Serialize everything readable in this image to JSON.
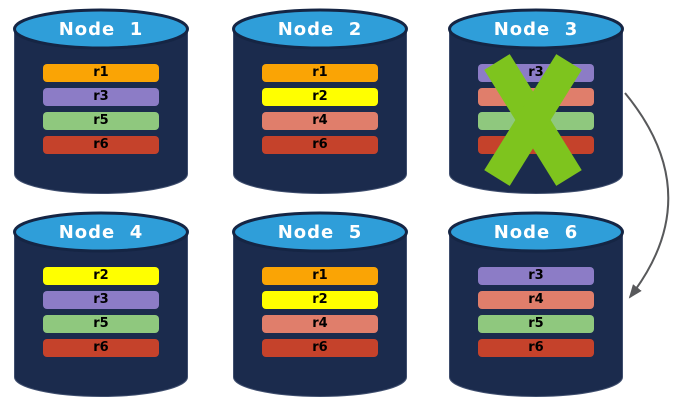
{
  "theme": {
    "background": "#FFFFFF",
    "cylinderBody": "#1B2B4D",
    "cylinderOutline": "#3F4E6E",
    "cylinderTop": "#2F9ED9",
    "cylinderTopStroke": "#152544",
    "titleColor": "#FFFFFF",
    "recordText": "#000000",
    "failureX": "#7EC41E",
    "arrow": "#58595B"
  },
  "nodes": [
    {
      "title": "Node  1",
      "failed": false,
      "records": [
        {
          "label": "r1",
          "color": "#FAA405"
        },
        {
          "label": "r3",
          "color": "#8C7CC6"
        },
        {
          "label": "r5",
          "color": "#8FC87E"
        },
        {
          "label": "r6",
          "color": "#C5422B"
        }
      ]
    },
    {
      "title": "Node  2",
      "failed": false,
      "records": [
        {
          "label": "r1",
          "color": "#FAA405"
        },
        {
          "label": "r2",
          "color": "#FFFF00"
        },
        {
          "label": "r4",
          "color": "#E07E6B"
        },
        {
          "label": "r6",
          "color": "#C5422B"
        }
      ]
    },
    {
      "title": "Node  3",
      "failed": true,
      "records": [
        {
          "label": "r3",
          "color": "#8C7CC6"
        },
        {
          "label": "r4",
          "color": "#E07E6B"
        },
        {
          "label": "r5",
          "color": "#8FC87E"
        },
        {
          "label": "r6",
          "color": "#C5422B"
        }
      ]
    },
    {
      "title": "Node  4",
      "failed": false,
      "records": [
        {
          "label": "r2",
          "color": "#FFFF00"
        },
        {
          "label": "r3",
          "color": "#8C7CC6"
        },
        {
          "label": "r5",
          "color": "#8FC87E"
        },
        {
          "label": "r6",
          "color": "#C5422B"
        }
      ]
    },
    {
      "title": "Node  5",
      "failed": false,
      "records": [
        {
          "label": "r1",
          "color": "#FAA405"
        },
        {
          "label": "r2",
          "color": "#FFFF00"
        },
        {
          "label": "r4",
          "color": "#E07E6B"
        },
        {
          "label": "r6",
          "color": "#C5422B"
        }
      ]
    },
    {
      "title": "Node  6",
      "failed": false,
      "records": [
        {
          "label": "r3",
          "color": "#8C7CC6"
        },
        {
          "label": "r4",
          "color": "#E07E6B"
        },
        {
          "label": "r5",
          "color": "#8FC87E"
        },
        {
          "label": "r6",
          "color": "#C5422B"
        }
      ]
    }
  ]
}
